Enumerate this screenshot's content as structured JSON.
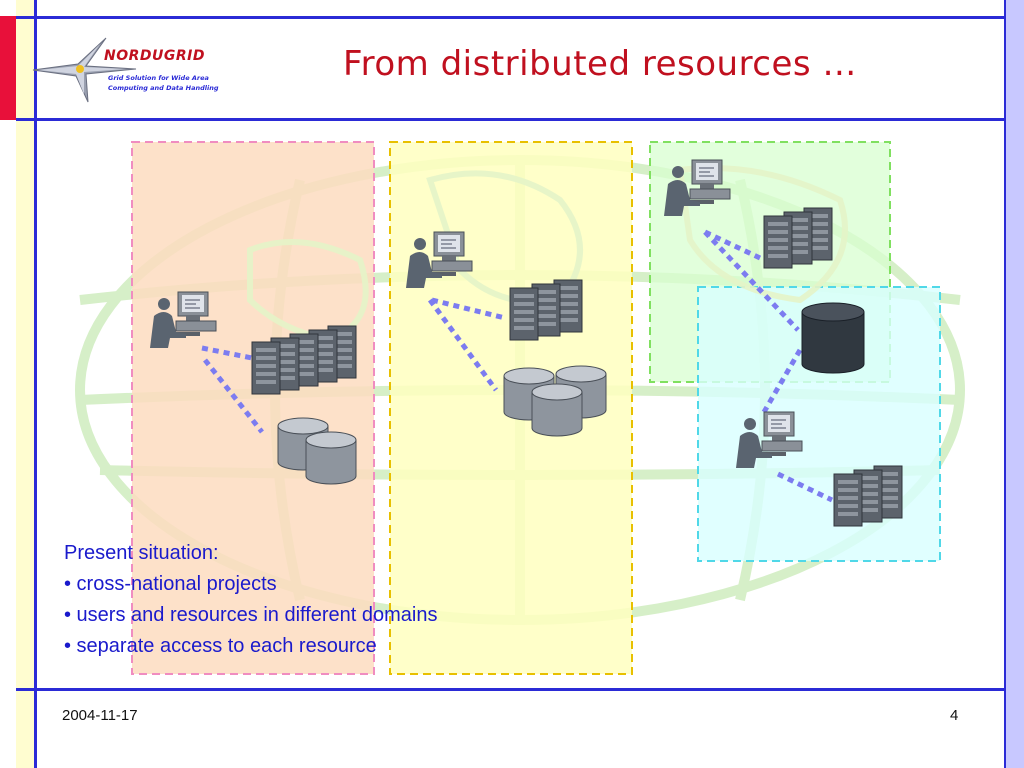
{
  "slide": {
    "title": "From distributed resources …",
    "logo": {
      "name": "NORDUGRID",
      "tagline_line1": "Grid Solution for Wide Area",
      "tagline_line2": "Computing and Data Handling"
    },
    "bullets": {
      "heading": "Present situation:",
      "items": [
        "• cross-national projects",
        "• users and resources in different domains",
        "• separate access to each resource"
      ]
    },
    "footer": {
      "date": "2004-11-17",
      "page_number": "4"
    }
  },
  "colors": {
    "frame_blue": "#2b2bd6",
    "accent_red": "#c0101f",
    "domain_orange": "#fddcc0",
    "domain_yellow": "#ffffc0",
    "domain_green": "#d8ffd0",
    "domain_cyan": "#d8ffff"
  },
  "icons": [
    "user-workstation-icon",
    "server-rack-icon",
    "storage-disk-icon",
    "world-map-icon",
    "nordugrid-star-icon"
  ]
}
